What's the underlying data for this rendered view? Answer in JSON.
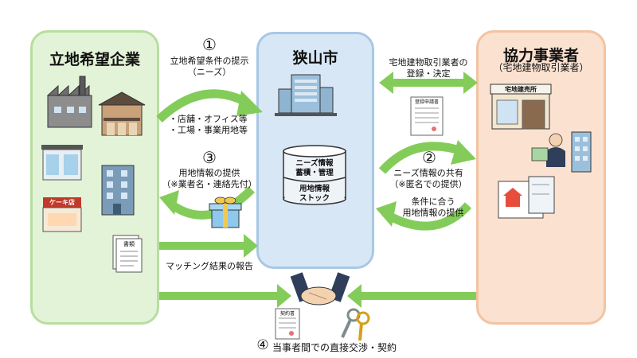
{
  "panels": {
    "left": {
      "title": "立地希望企業"
    },
    "center": {
      "title": "狭山市"
    },
    "right": {
      "title": "協力事業者",
      "subtitle": "（宅地建物取引業者）"
    }
  },
  "flows": {
    "step1": {
      "number": "①",
      "label_line1": "立地希望条件の提示",
      "label_line2": "（ニーズ）",
      "detail_line1": "・店舗・オフィス等",
      "detail_line2": "・工場・事業用地等"
    },
    "step3": {
      "number": "③",
      "label_line1": "用地情報の提供",
      "label_line2": "（※業者名・連絡先付）"
    },
    "registration": {
      "line1": "宅地建物取引業者の",
      "line2": "登録・決定"
    },
    "step2": {
      "number": "②",
      "label_line1": "ニーズ情報の共有",
      "label_line2": "（※匿名での提供）",
      "detail_line1": "条件に合う",
      "detail_line2": "用地情報の提供"
    },
    "matching": {
      "label": "マッチング結果の報告"
    },
    "step4": {
      "number": "④",
      "label": "当事者間での直接交渉・契約"
    }
  },
  "database": {
    "top_line1": "ニーズ情報",
    "top_line2": "蓄積・管理",
    "bottom_line1": "用地情報",
    "bottom_line2": "ストック"
  },
  "labels": {
    "cake_shop_sign": "ケーキ店",
    "document_label": "書類",
    "registration_form": "登録申請書",
    "realty_sign": "宅地建売所",
    "contract_doc": "契約書"
  },
  "colors": {
    "arrow_green": "#84cc5a",
    "left_panel": "#e3f3d7",
    "center_panel": "#d7e7f5",
    "right_panel": "#fbe1cf"
  }
}
